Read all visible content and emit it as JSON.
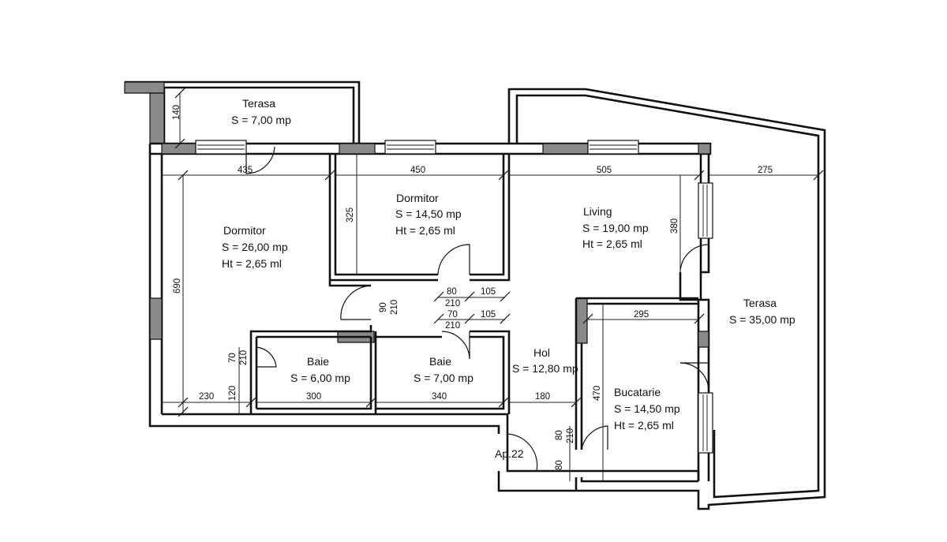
{
  "apartment": {
    "label": "Ap.22"
  },
  "rooms": {
    "terasa_small": {
      "name": "Terasa",
      "area": "S = 7,00 mp"
    },
    "dormitor_big": {
      "name": "Dormitor",
      "area": "S = 26,00 mp",
      "height": "Ht = 2,65 ml"
    },
    "dormitor_mid": {
      "name": "Dormitor",
      "area": "S = 14,50 mp",
      "height": "Ht = 2,65 ml"
    },
    "living": {
      "name": "Living",
      "area": "S = 19,00 mp",
      "height": "Ht = 2,65 ml"
    },
    "terasa_big": {
      "name": "Terasa",
      "area": "S = 35,00 mp"
    },
    "baie_1": {
      "name": "Baie",
      "area": "S = 6,00 mp"
    },
    "baie_2": {
      "name": "Baie",
      "area": "S = 7,00 mp"
    },
    "hol": {
      "name": "Hol",
      "area": "S = 12,80 mp"
    },
    "bucatarie": {
      "name": "Bucatarie",
      "area": "S = 14,50 mp",
      "height": "Ht = 2,65 ml"
    }
  },
  "dimensions": {
    "d140": "140",
    "d435": "435",
    "d450": "450",
    "d505": "505",
    "d275": "275",
    "d325": "325",
    "d380": "380",
    "d690": "690",
    "d80_a": "80",
    "d105_a": "105",
    "d210_a": "210",
    "d90": "90",
    "d210_b": "210",
    "d70_a": "70",
    "d105_b": "105",
    "d210_c": "210",
    "d295": "295",
    "d70_b": "70",
    "d210_d": "210",
    "d230": "230",
    "d120": "120",
    "d300": "300",
    "d340": "340",
    "d180": "180",
    "d470": "470",
    "d80_b": "80",
    "d210_e": "210",
    "d80_c": "80"
  }
}
